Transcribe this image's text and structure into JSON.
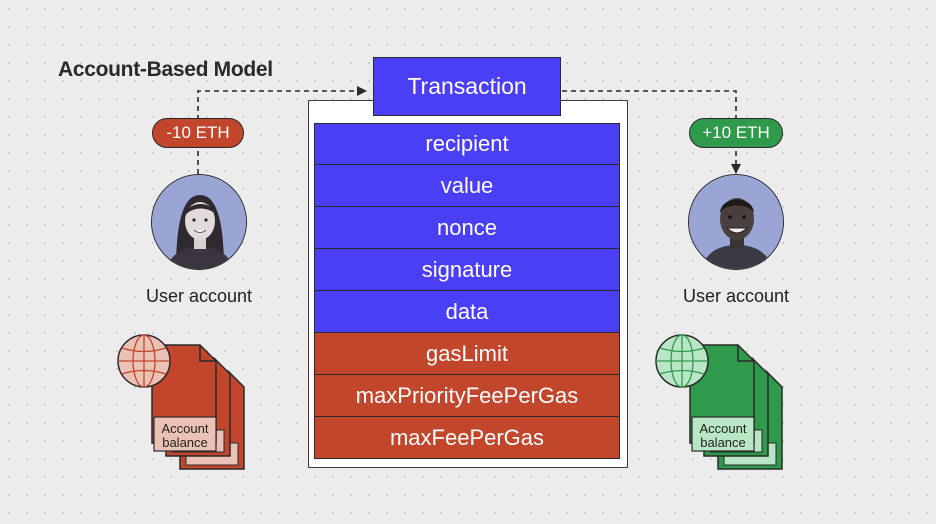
{
  "title": "Account-Based Model",
  "transaction": {
    "header": "Transaction",
    "fields": [
      {
        "label": "recipient",
        "group": "blue"
      },
      {
        "label": "value",
        "group": "blue"
      },
      {
        "label": "nonce",
        "group": "blue"
      },
      {
        "label": "signature",
        "group": "blue"
      },
      {
        "label": "data",
        "group": "blue"
      },
      {
        "label": "gasLimit",
        "group": "red"
      },
      {
        "label": "maxPriorityFeePerGas",
        "group": "red"
      },
      {
        "label": "maxFeePerGas",
        "group": "red"
      }
    ]
  },
  "sender": {
    "amount": "-10 ETH",
    "label": "User account",
    "wallet_label": "Account balance",
    "wallet_color": "#c1462c",
    "wallet_light": "#ecc1b5"
  },
  "receiver": {
    "amount": "+10 ETH",
    "label": "User account",
    "wallet_label": "Account balance",
    "wallet_color": "#2f9a4c",
    "wallet_light": "#b9e6c4"
  },
  "colors": {
    "blue": "#4b3ff5",
    "red": "#c1462c",
    "green": "#2f9a4c",
    "avatar_bg": "#9aa5d6"
  }
}
